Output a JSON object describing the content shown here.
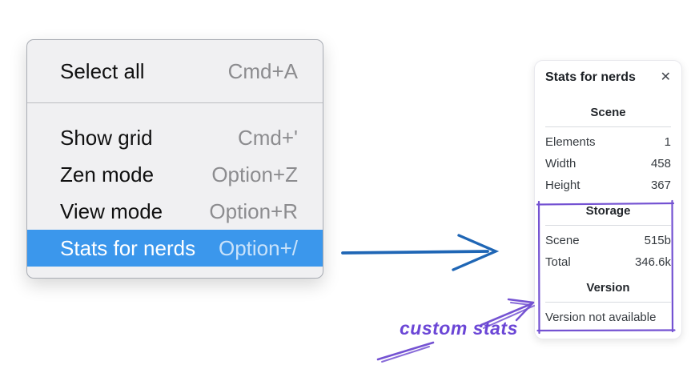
{
  "menu": {
    "sections": [
      {
        "items": [
          {
            "label": "Select all",
            "shortcut": "Cmd+A"
          }
        ]
      },
      {
        "items": [
          {
            "label": "Show grid",
            "shortcut": "Cmd+'"
          },
          {
            "label": "Zen mode",
            "shortcut": "Option+Z"
          },
          {
            "label": "View mode",
            "shortcut": "Option+R"
          },
          {
            "label": "Stats for nerds",
            "shortcut": "Option+/",
            "highlighted": true
          }
        ]
      }
    ]
  },
  "stats_panel": {
    "title": "Stats for nerds",
    "close_icon": "✕",
    "scene": {
      "heading": "Scene",
      "rows": [
        {
          "label": "Elements",
          "value": "1"
        },
        {
          "label": "Width",
          "value": "458"
        },
        {
          "label": "Height",
          "value": "367"
        }
      ]
    },
    "storage": {
      "heading": "Storage",
      "rows": [
        {
          "label": "Scene",
          "value": "515b"
        },
        {
          "label": "Total",
          "value": "346.6k"
        }
      ]
    },
    "version": {
      "heading": "Version",
      "note": "Version not available"
    }
  },
  "annotation": {
    "label": "custom stats"
  },
  "colors": {
    "menu_highlight": "#3b97ec",
    "arrow_blue": "#1f66b5",
    "annotation_purple": "#7452d2"
  }
}
